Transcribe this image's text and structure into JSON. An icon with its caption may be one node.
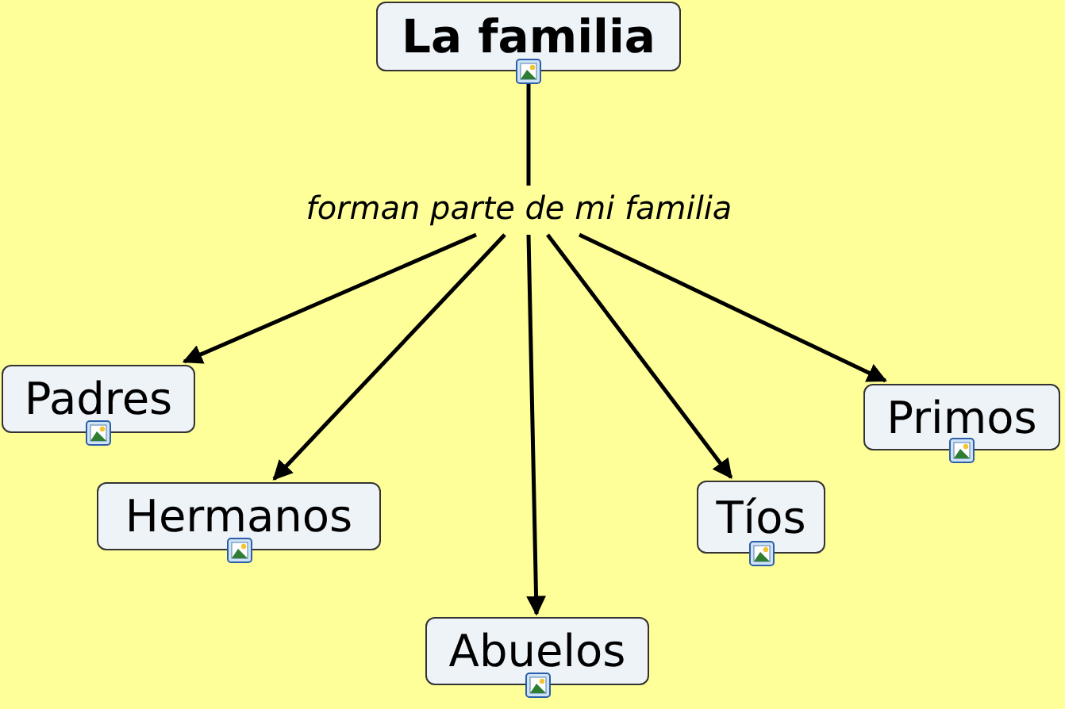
{
  "diagram": {
    "nodes": [
      {
        "text": [
          "La familia"
        ]
      },
      {
        "text": [
          "forman parte de mi familia"
        ]
      },
      {
        "text": [
          "Padres"
        ]
      },
      {
        "text": [
          "Hermanos"
        ]
      },
      {
        "text": [
          "Abuelos"
        ]
      },
      {
        "text": [
          "Tíos"
        ]
      },
      {
        "text": [
          "Primos"
        ]
      }
    ],
    "edges": [
      {
        "from": 0,
        "to": 1,
        "arrow": "none"
      },
      {
        "from": 1,
        "to": 2,
        "arrow": "to"
      },
      {
        "from": 1,
        "to": 3,
        "arrow": "to"
      },
      {
        "from": 1,
        "to": 4,
        "arrow": "to"
      },
      {
        "from": 1,
        "to": 5,
        "arrow": "to"
      },
      {
        "from": 1,
        "to": 6,
        "arrow": "to"
      }
    ]
  }
}
